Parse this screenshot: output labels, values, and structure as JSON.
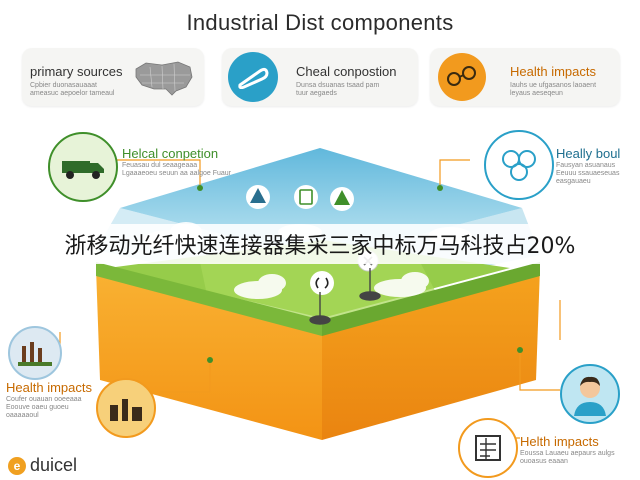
{
  "title": "Industrial Dist components",
  "top_cards": [
    {
      "title": "primary sources",
      "subtitle": "Cpbier duonasauaaat ameasuc aepoelor tameaul",
      "icon": "us-map-icon"
    },
    {
      "title": "Cheal conpostion",
      "subtitle": "Dunsa dsuanas tsaad pam tuur aegaeds",
      "icon": "pipe-icon"
    },
    {
      "title": "Health impacts",
      "subtitle": "Iauhs ue ufgasanos laoaent leyaus aeseqeun",
      "icon": "molecule-icon"
    }
  ],
  "left_mid": {
    "title": "Helcal conpetion",
    "subtitle": "Feuasau dul seaageaaa Lgaaaeoeu seuun aa aalgoe Fuaur",
    "icon": "truck-icon"
  },
  "right_mid": {
    "title": "Heally boul",
    "subtitle": "Fausyan asuanaus Eeuuu ssauaeseuas easgauaeu",
    "icon": "cells-icon"
  },
  "left_low": {
    "title": "Health impacts",
    "subtitle": "Coufer ouauan ooeeaaa Eoouve oaeu guoeu oaaaaaoul",
    "icon": "factory-icon"
  },
  "right_low": {
    "title": "Helth impacts",
    "subtitle": "Eoussa Lauaeu aepaurs aulgs ouoasus eaaan",
    "icon": "document-icon"
  },
  "person_icon": "person-icon",
  "headline": "浙移动光纤快速连接器集采三家中标万马科技占20%",
  "logo": {
    "mark": "e",
    "text": "duicel"
  },
  "colors": {
    "sky": "#8fd0e6",
    "grass": "#8cc63f",
    "soil": "#f7a21b",
    "accent_blue": "#2aa0c8",
    "accent_orange": "#f29a1e",
    "accent_green": "#3f8f2a"
  }
}
